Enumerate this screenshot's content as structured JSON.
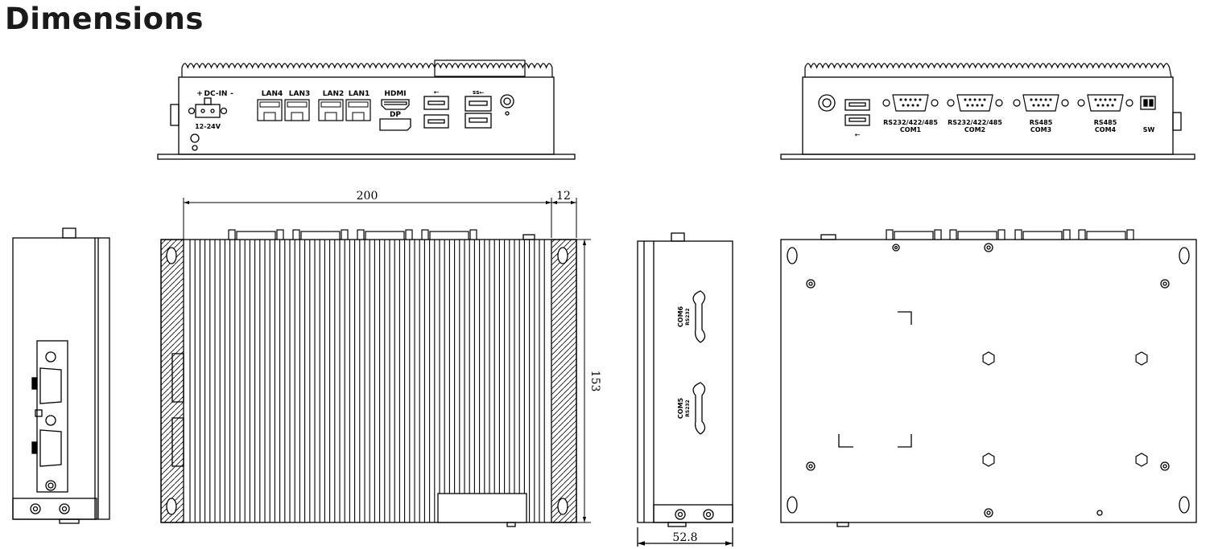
{
  "title": "Dimensions",
  "front": {
    "dc_in": "DC-IN",
    "voltage": "12-24V",
    "plus": "+",
    "minus": "-",
    "lan4": "LAN4",
    "lan3": "LAN3",
    "lan2": "LAN2",
    "lan1": "LAN1",
    "hdmi": "HDMI",
    "dp": "DP"
  },
  "rear": {
    "com1_type": "RS232/422/485",
    "com1": "COM1",
    "com2_type": "RS232/422/485",
    "com2": "COM2",
    "com3_type": "RS485",
    "com3": "COM3",
    "com4_type": "RS485",
    "com4": "COM4",
    "sw": "SW"
  },
  "side": {
    "com6": "COM6",
    "com6_type": "RS232",
    "com5": "COM5",
    "com5_type": "RS232"
  },
  "dims": {
    "width": "200",
    "offset": "12",
    "depth": "153",
    "height": "52.8"
  }
}
